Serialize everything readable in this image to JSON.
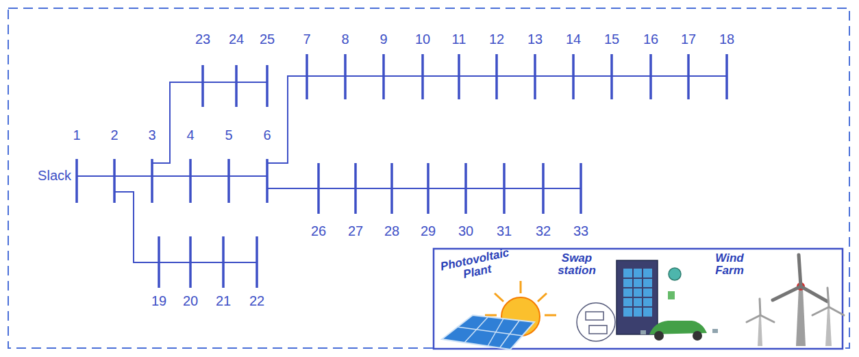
{
  "diagram": {
    "labels": [
      "1",
      "2",
      "3",
      "4",
      "5",
      "6",
      "7",
      "8",
      "9",
      "10",
      "11",
      "12",
      "13",
      "14",
      "15",
      "16",
      "17",
      "18",
      "19",
      "20",
      "21",
      "22",
      "23",
      "24",
      "25",
      "26",
      "27",
      "28",
      "29",
      "30",
      "31",
      "32",
      "33",
      "Slack",
      "Photovoltaic Plant",
      "Swap station",
      "Wind Farm"
    ]
  }
}
